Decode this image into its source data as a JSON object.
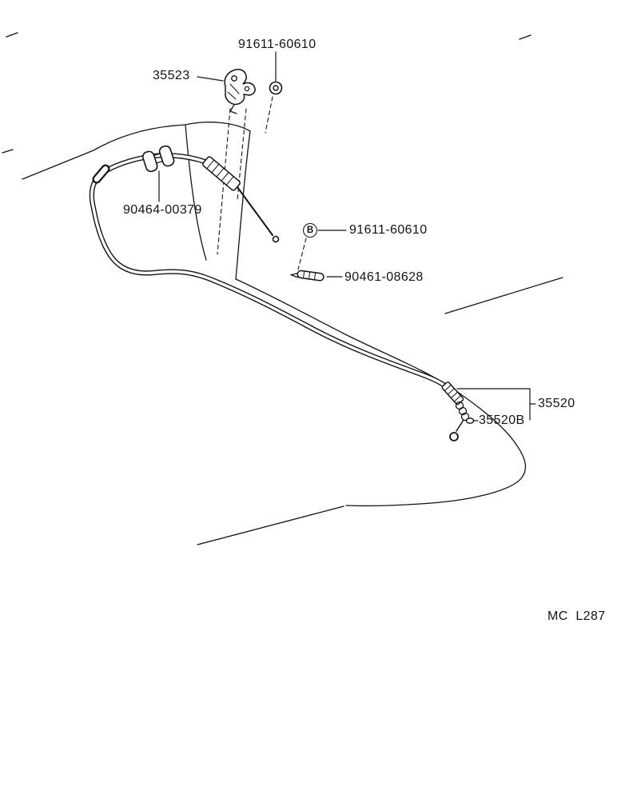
{
  "diagram": {
    "type": "parts-diagram",
    "bg_color": "#ffffff",
    "line_color": "#141414",
    "marker_b": "B",
    "labels": {
      "bolt_top": "91611-60610",
      "bracket": "35523",
      "clamp": "90464-00379",
      "bolt_b": "91611-60610",
      "pin": "90461-08628",
      "cable_assembly": "35520",
      "cable_sub": "35520B"
    },
    "footer_code": "MC  L287",
    "icons": {
      "washer": "washer-icon",
      "bracket_part": "bracket-part-icon",
      "clamp_part": "double-clamp-icon",
      "bolt_marker": "circled-b-marker",
      "pin_part": "pin-part-icon",
      "cable": "throttle-cable-drawing",
      "eyelet": "cable-eyelet-icon",
      "grommet": "grommet-icon"
    }
  }
}
